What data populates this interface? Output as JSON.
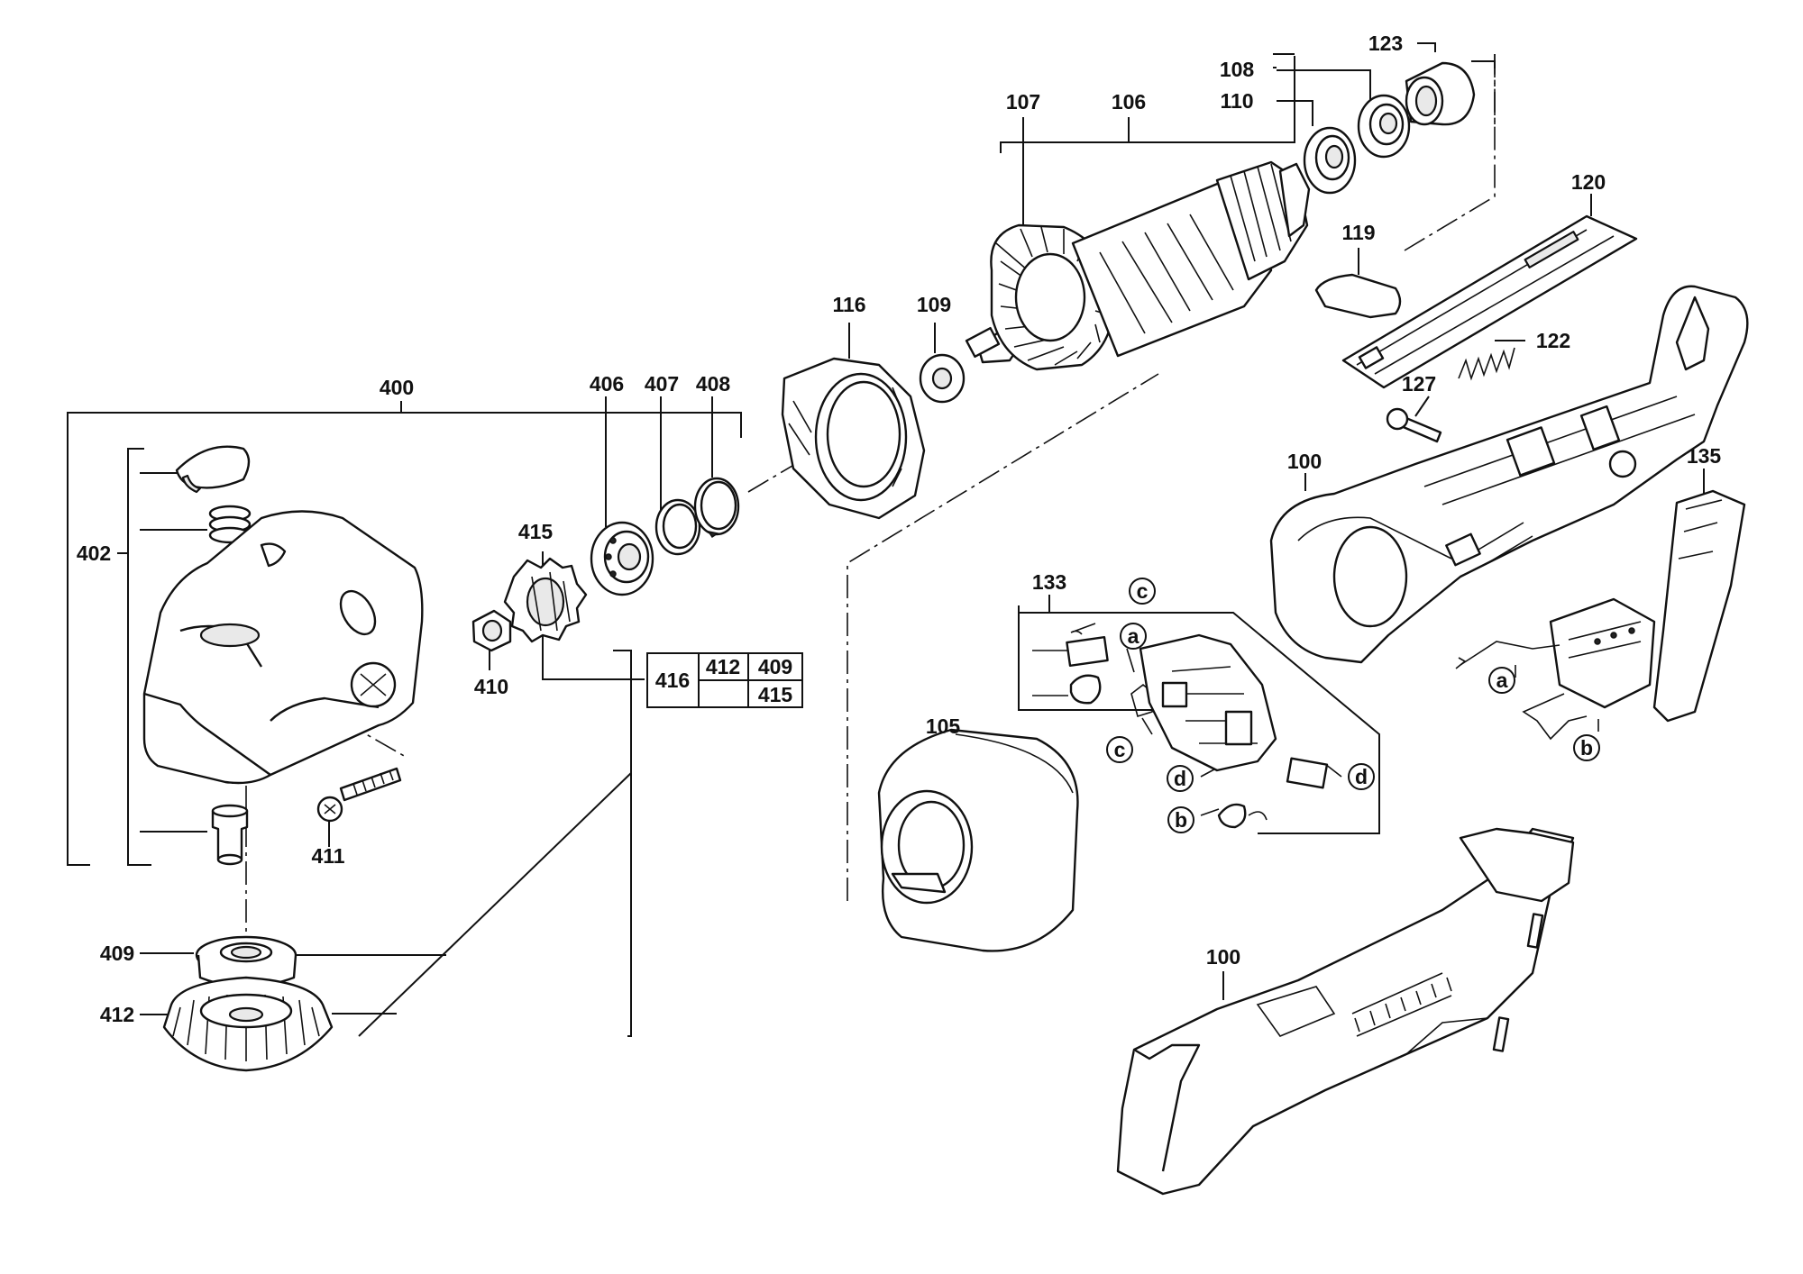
{
  "callouts": {
    "p100_top": "100",
    "p100_bottom": "100",
    "p105": "105",
    "p106": "106",
    "p107": "107",
    "p108": "108",
    "p109": "109",
    "p110": "110",
    "p116": "116",
    "p119": "119",
    "p120": "120",
    "p122": "122",
    "p123": "123",
    "p127": "127",
    "p133": "133",
    "p135": "135",
    "p400": "400",
    "p402": "402",
    "p406": "406",
    "p407": "407",
    "p408": "408",
    "p409": "409",
    "p410": "410",
    "p411": "411",
    "p412": "412",
    "p415": "415"
  },
  "kit_table": {
    "set": "416",
    "row1": [
      "412",
      "409"
    ],
    "row2": [
      "",
      "415"
    ]
  },
  "wire_letters": {
    "c1": "c",
    "a1": "a",
    "c2": "c",
    "d1": "d",
    "d2": "d",
    "b1": "b",
    "a2": "a",
    "b2": "b"
  },
  "icons": [
    "gear-housing",
    "armature",
    "stator",
    "brush-holder",
    "motor-housing",
    "switch",
    "bevel-gear",
    "pinion",
    "bearing"
  ]
}
